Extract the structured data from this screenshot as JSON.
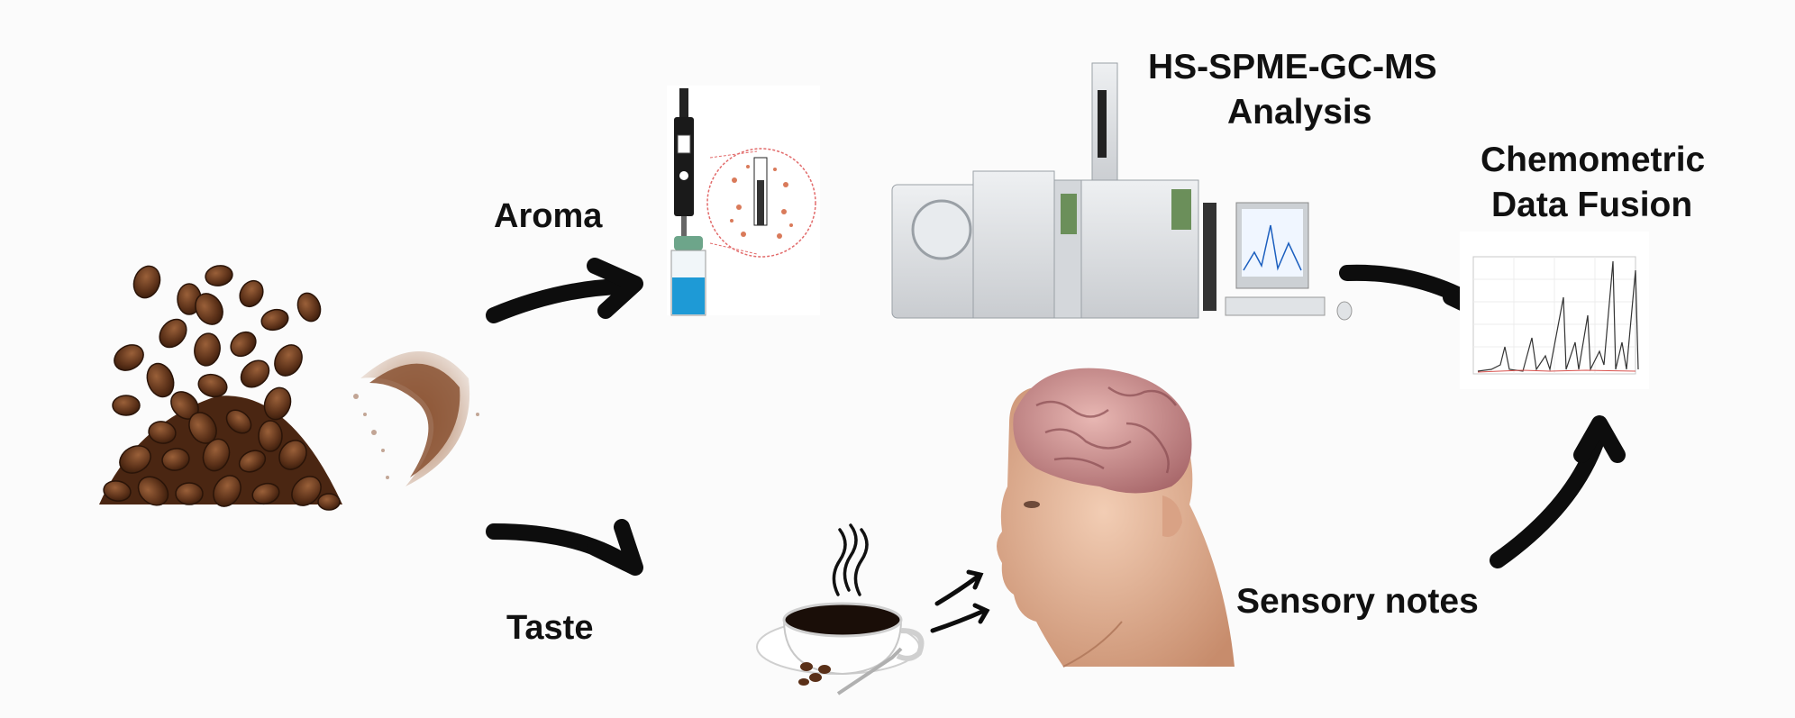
{
  "labels": {
    "aroma": "Aroma",
    "taste": "Taste",
    "gcms_line1": "HS-SPME-GC-MS",
    "gcms_line2": "Analysis",
    "chemo_line1": "Chemometric",
    "chemo_line2": "Data Fusion",
    "sensory": "Sensory notes"
  },
  "icons": {
    "beans": "coffee-beans-illustration",
    "powder": "coffee-powder-illustration",
    "spme": "spme-fiber-vial-illustration",
    "gcms": "gc-ms-instrument-illustration",
    "chromatogram": "chromatogram-plot",
    "cup": "coffee-cup-illustration",
    "head": "human-head-brain-illustration"
  },
  "colors": {
    "background": "#fbfbfb",
    "arrow": "#0d0d0d",
    "bean": "#5a3018",
    "powder": "#8a5232",
    "vial_liquid": "#1e9ad6",
    "vial_cap": "#6da58a",
    "zoom_circle": "#e26b6b",
    "instrument": "#d9dcdf",
    "skin": "#e6b89c",
    "brain": "#c48c8a"
  }
}
